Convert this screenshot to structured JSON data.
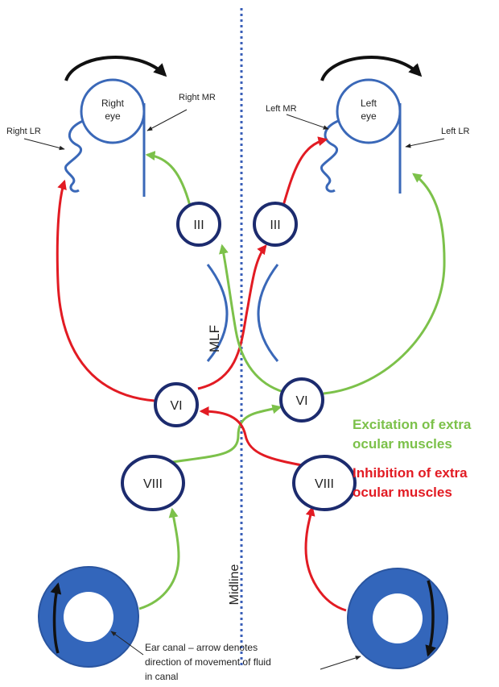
{
  "colors": {
    "excitation": "#7cc14a",
    "inhibition": "#e21b23",
    "muscle": "#3a68b8",
    "node_stroke": "#1c2b6e",
    "canal_fill": "#3366bb",
    "midline": "#3a5fb8",
    "rotation_arrow": "#111111"
  },
  "eyes": {
    "right": {
      "line1": "Right",
      "line2": "eye"
    },
    "left": {
      "line1": "Left",
      "line2": "eye"
    }
  },
  "muscles": {
    "right_mr": "Right MR",
    "right_lr": "Right LR",
    "left_mr": "Left MR",
    "left_lr": "Left LR"
  },
  "nuclei": {
    "right_III": "III",
    "left_III": "III",
    "right_VI": "VI",
    "left_VI": "VI",
    "right_VIII": "VIII",
    "left_VIII": "VIII"
  },
  "mlf_label": "MLF",
  "midline_label": "Midline",
  "legend": {
    "excitation_line1": "Excitation of extra",
    "excitation_line2": "ocular muscles",
    "inhibition_line1": "Inhibition of extra",
    "inhibition_line2": "ocular muscles"
  },
  "ear_canal_note": {
    "line1": "Ear canal – arrow denotes",
    "line2": "direction of movement of fluid",
    "line3": "in canal"
  },
  "icons": {
    "rotation": "curved-arrow-icon",
    "canal_flow": "arrow-icon"
  }
}
